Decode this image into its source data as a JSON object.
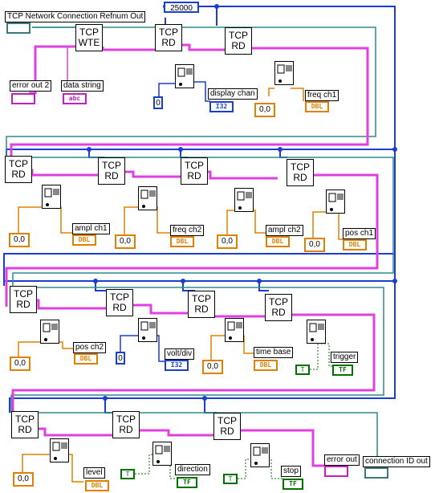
{
  "diagram": {
    "constant_25000": "25000",
    "tcp_labels": {
      "wte": [
        "TCP",
        "WTE"
      ],
      "rd": [
        "TCP",
        "RD"
      ]
    },
    "labels": {
      "conn_refnum_out": "TCP Network Connection Refnum Out",
      "error_out_2": "error out 2",
      "data_string": "data string",
      "display_chan": "display chan",
      "freq_ch1": "freq ch1",
      "ampl_ch1": "ampl ch1",
      "freq_ch2": "freq ch2",
      "ampl_ch2": "ampl ch2",
      "pos_ch1": "pos ch1",
      "pos_ch2": "pos ch2",
      "volt_div": "volt/div",
      "time_base": "time base",
      "trigger": "trigger",
      "level": "level",
      "direction": "direction",
      "stop": "stop",
      "error_out": "error out",
      "connection_id_out": "connection ID out"
    },
    "type_tags": {
      "dbl": "DBL",
      "i32": "I32",
      "tf": "TF",
      "cluster": "",
      "string": "abc",
      "refnum": ""
    },
    "const_dbl": "0,0",
    "const_int": "0",
    "const_bool": "T",
    "colors": {
      "blue_wire": "#1a3fd0",
      "teal_wire": "#2f8c8c",
      "pink_wire": "#e040e0",
      "orange_wire": "#e08000",
      "green_wire": "#007000"
    }
  }
}
